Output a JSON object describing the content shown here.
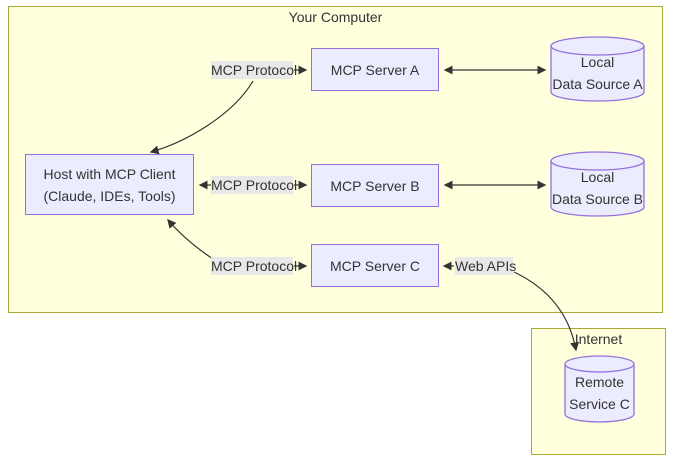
{
  "diagram": {
    "groups": {
      "your_computer": {
        "label": "Your Computer"
      },
      "internet": {
        "label": "Internet"
      }
    },
    "nodes": {
      "host": {
        "line1": "Host with MCP Client",
        "line2": "(Claude, IDEs, Tools)"
      },
      "server_a": {
        "label": "MCP Server A"
      },
      "server_b": {
        "label": "MCP Server B"
      },
      "server_c": {
        "label": "MCP Server C"
      },
      "data_source_a": {
        "line1": "Local",
        "line2": "Data Source A"
      },
      "data_source_b": {
        "line1": "Local",
        "line2": "Data Source B"
      },
      "remote_service_c": {
        "line1": "Remote",
        "line2": "Service C"
      }
    },
    "edge_labels": {
      "mcp_protocol_a": "MCP Protocol",
      "mcp_protocol_b": "MCP Protocol",
      "mcp_protocol_c": "MCP Protocol",
      "web_apis": "Web APIs"
    },
    "colors": {
      "group_fill": "#ffffde",
      "group_border": "#aaaa33",
      "node_fill": "#ececff",
      "node_border": "#9370db",
      "edge_label_bg": "#e8e8e8",
      "line": "#333333",
      "text": "#333333"
    }
  }
}
